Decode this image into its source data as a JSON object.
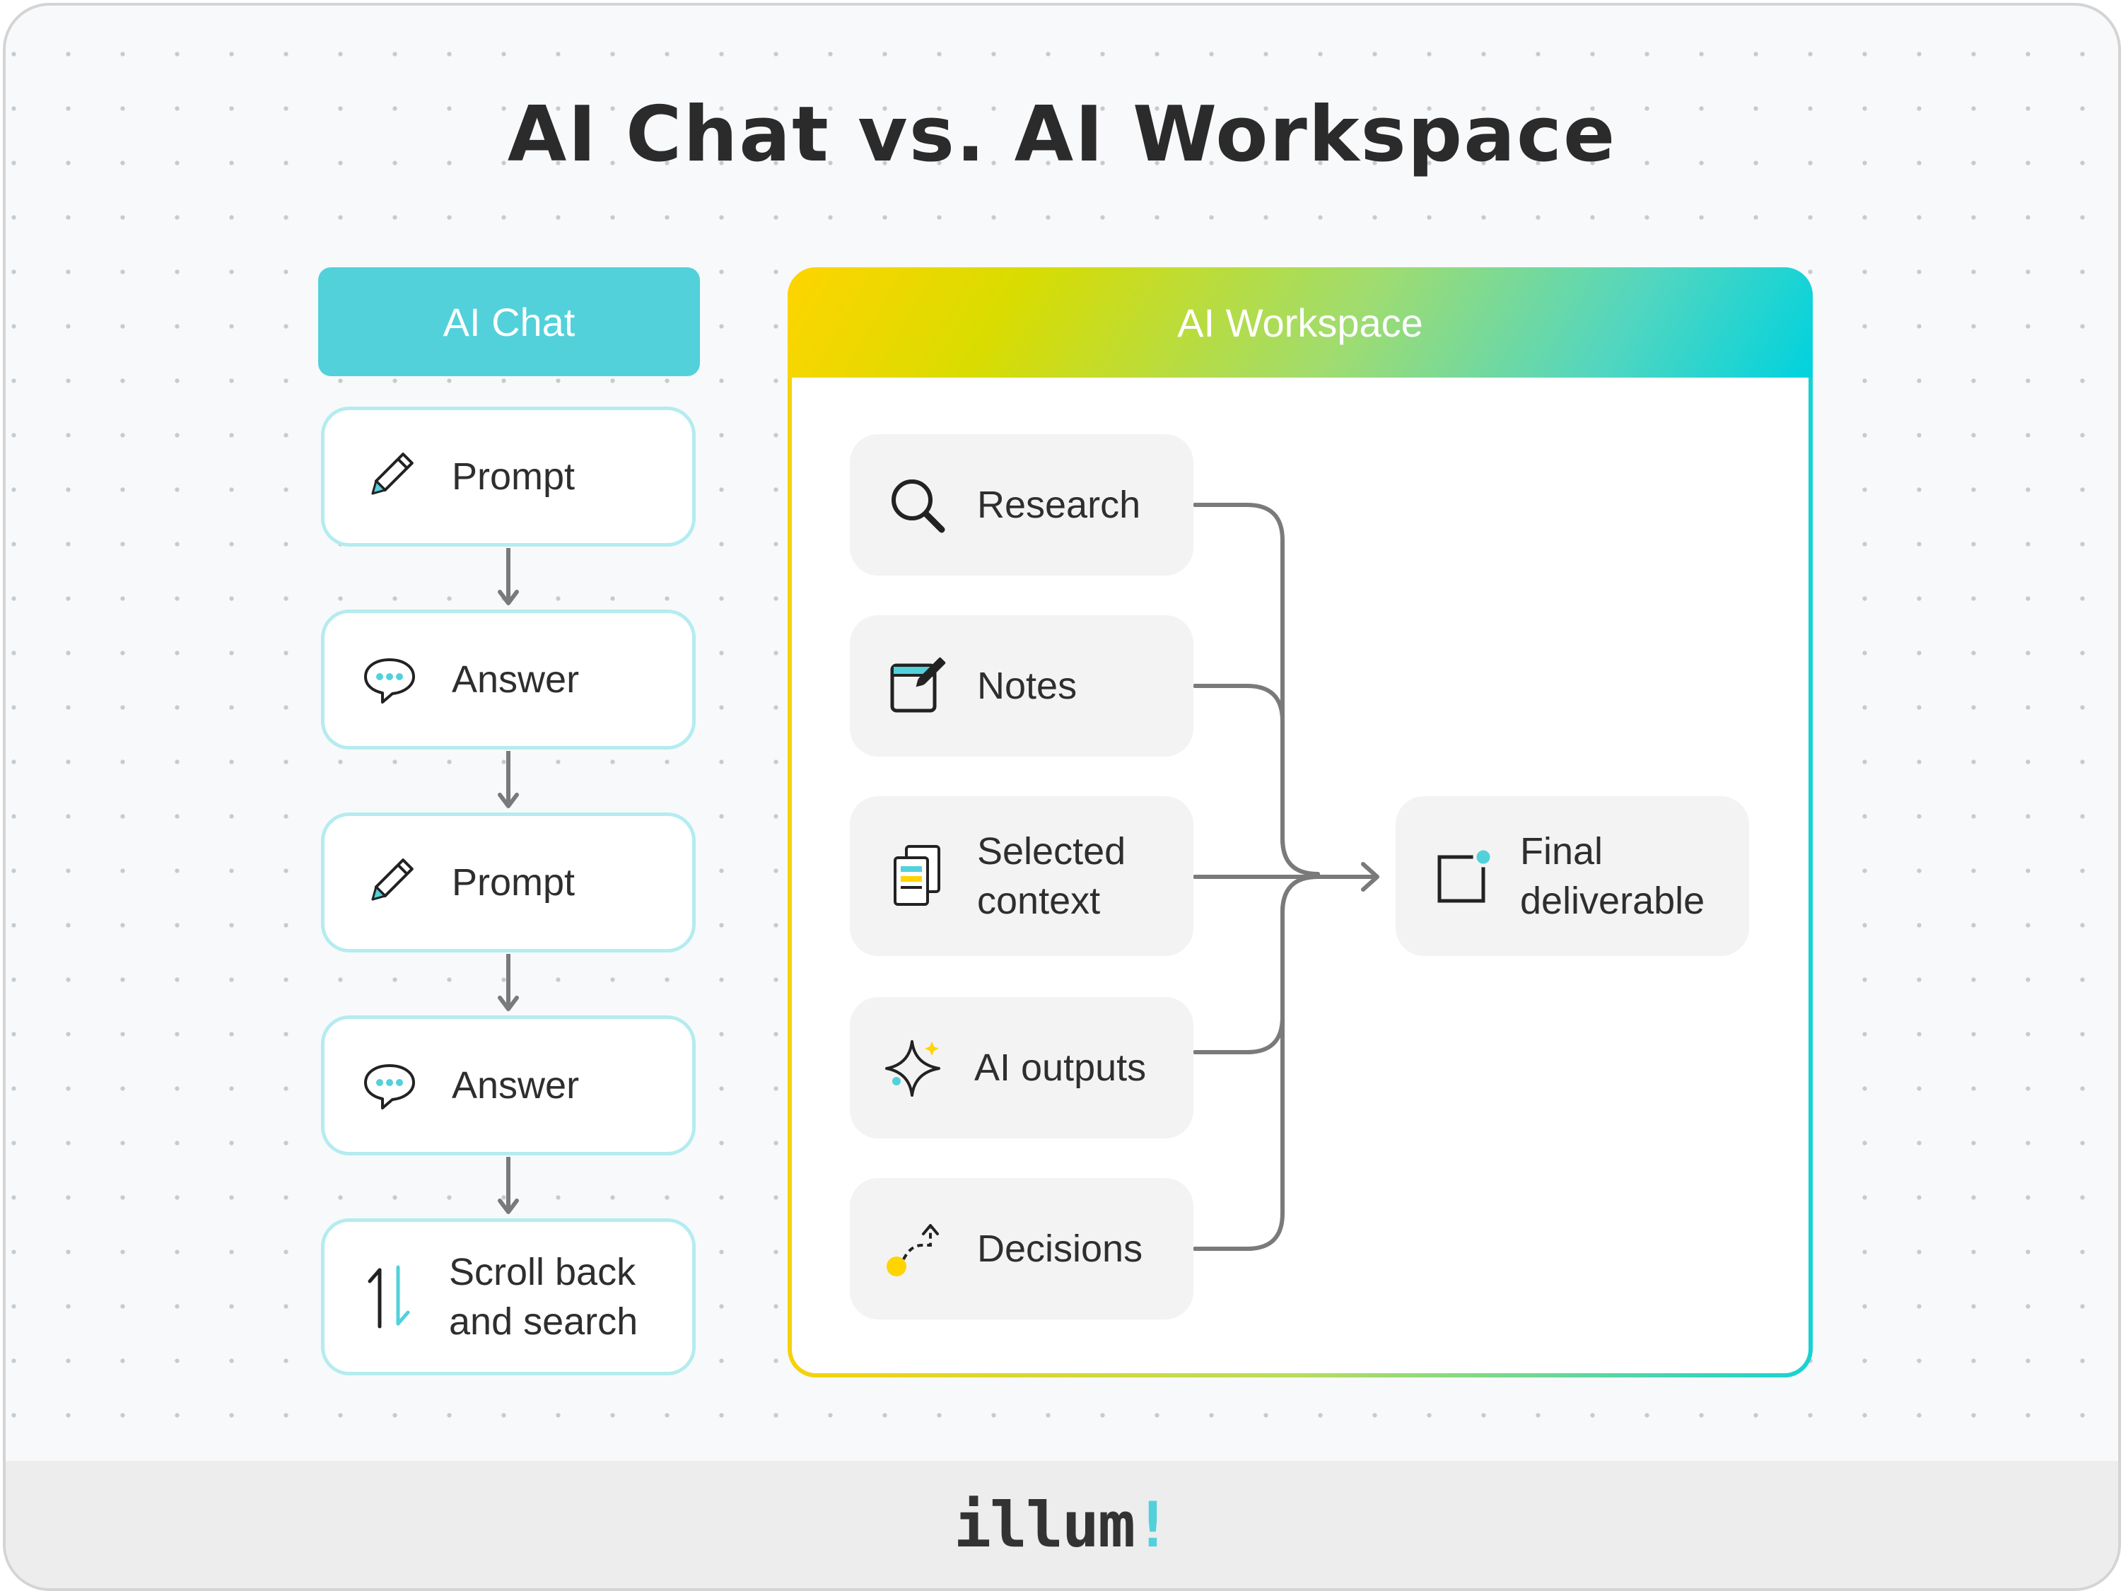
{
  "title": "AI Chat vs. AI Workspace",
  "chat": {
    "header": "AI Chat",
    "steps": [
      {
        "label": "Prompt",
        "icon": "pencil-icon"
      },
      {
        "label": "Answer",
        "icon": "chat-bubble-icon"
      },
      {
        "label": "Prompt",
        "icon": "pencil-icon"
      },
      {
        "label": "Answer",
        "icon": "chat-bubble-icon"
      },
      {
        "label_line1": "Scroll back",
        "label_line2": "and search",
        "icon": "scroll-arrows-icon"
      }
    ]
  },
  "workspace": {
    "header": "AI Workspace",
    "inputs": [
      {
        "label": "Research",
        "icon": "search-icon"
      },
      {
        "label": "Notes",
        "icon": "notes-icon"
      },
      {
        "label_line1": "Selected",
        "label_line2": "context",
        "icon": "documents-icon"
      },
      {
        "label": "AI outputs",
        "icon": "sparkle-icon"
      },
      {
        "label": "Decisions",
        "icon": "decision-path-icon"
      }
    ],
    "output": {
      "label_line1": "Final",
      "label_line2": "deliverable",
      "icon": "deliverable-icon"
    }
  },
  "footer": {
    "logo_main": "illum",
    "logo_accent": "!"
  },
  "colors": {
    "chat_accent": "#52d1db",
    "chat_border": "#b4ecef",
    "gradient_start": "#ffd400",
    "gradient_end": "#00d2de",
    "connector": "#7a7a7a",
    "text": "#2e2e2e"
  }
}
